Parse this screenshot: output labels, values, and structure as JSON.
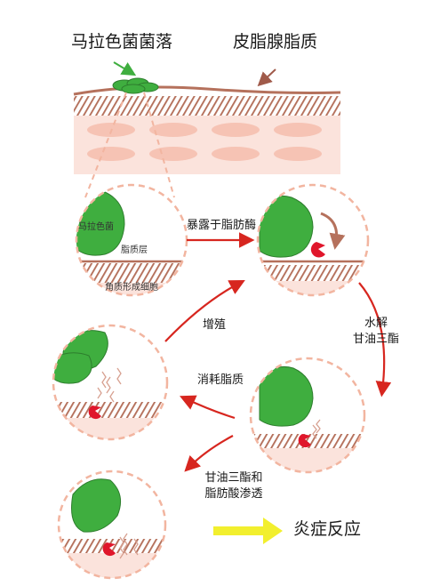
{
  "labels": {
    "malassezia_colony": "马拉色菌菌落",
    "sebum": "皮脂腺脂质",
    "malassezia": "马拉色菌",
    "lipid_layer": "脂质层",
    "keratinocytes": "角质形成细胞",
    "exposed_to_lipase": "暴露于脂肪酶",
    "hydrolysis_line1": "水解",
    "hydrolysis_line2": "甘油三酯",
    "proliferation": "增殖",
    "consume_lipids": "消耗脂质",
    "penetration_line1": "甘油三酯和",
    "penetration_line2": "脂肪酸渗透",
    "inflammation": "炎症反应"
  },
  "colors": {
    "fungus_green": "#3fae3f",
    "fungus_dark": "#2d7d2d",
    "skin_brown": "#b5715c",
    "tissue_pink": "#fbe3dc",
    "cell_pink": "#f6c3b4",
    "circle_dash": "#f2b5a0",
    "arrow_red": "#d7261f",
    "arrow_green": "#3fae3f",
    "arrow_brown": "#a05a4a",
    "lipase_red": "#e0162b",
    "big_arrow_yellow": "#f2ef2e"
  }
}
